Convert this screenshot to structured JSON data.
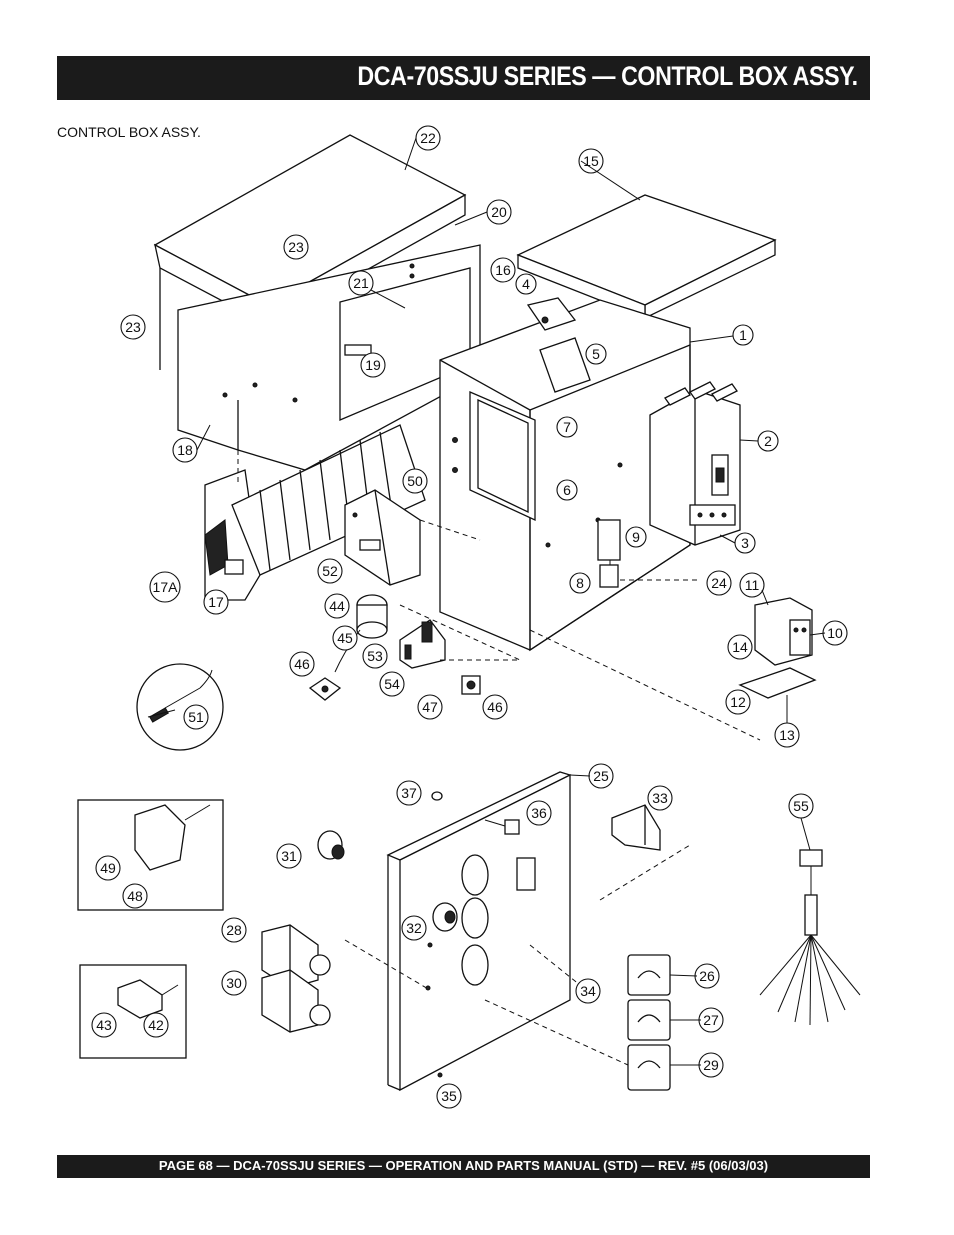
{
  "header": {
    "title": "DCA-70SSJU SERIES — CONTROL BOX ASSY."
  },
  "section_label": "CONTROL BOX  ASSY.",
  "footer": {
    "text": "PAGE 68 — DCA-70SSJU SERIES —  OPERATION AND PARTS  MANUAL  (STD) — REV. #5  (06/03/03)"
  },
  "callouts": {
    "c1": "1",
    "c2": "2",
    "c3": "3",
    "c4": "4",
    "c5": "5",
    "c6": "6",
    "c7": "7",
    "c8": "8",
    "c9": "9",
    "c10": "10",
    "c11": "11",
    "c12": "12",
    "c13": "13",
    "c14": "14",
    "c15": "15",
    "c16": "16",
    "c17": "17",
    "c17a": "17A",
    "c18": "18",
    "c19": "19",
    "c20": "20",
    "c21": "21",
    "c22": "22",
    "c23a": "23",
    "c23b": "23",
    "c24": "24",
    "c25": "25",
    "c26": "26",
    "c27": "27",
    "c28": "28",
    "c29": "29",
    "c30": "30",
    "c31": "31",
    "c32": "32",
    "c33": "33",
    "c34": "34",
    "c35": "35",
    "c36": "36",
    "c37": "37",
    "c42": "42",
    "c43": "43",
    "c44": "44",
    "c45": "45",
    "c46a": "46",
    "c46b": "46",
    "c47": "47",
    "c48": "48",
    "c49": "49",
    "c50": "50",
    "c51": "51",
    "c52": "52",
    "c53": "53",
    "c54": "54",
    "c55": "55"
  }
}
